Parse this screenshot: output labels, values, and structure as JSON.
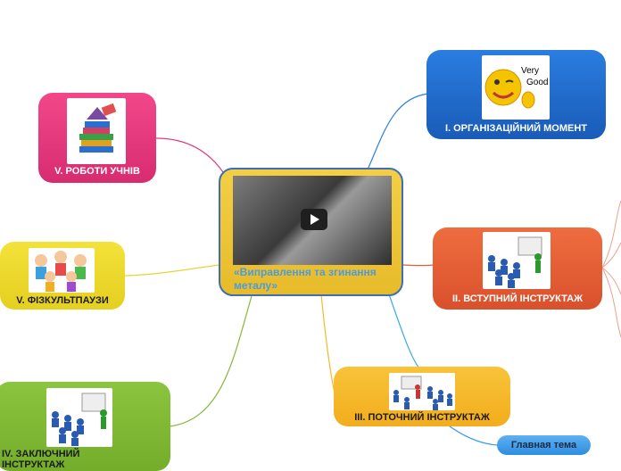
{
  "center": {
    "title": "«Виправлення та згинання металу»",
    "media": "video-thumbnail",
    "icon": "play-icon"
  },
  "nodes": [
    {
      "id": "n1",
      "label": "I. ОРГАНІЗАЦІЙНИЙ МОМЕНТ",
      "color": "#1f6bd0",
      "image": "very-good-smiley"
    },
    {
      "id": "n2",
      "label": "II. ВСТУПНИЙ ІНСТРУКТАЖ",
      "color": "#e35e35",
      "image": "presentation-meeting"
    },
    {
      "id": "n3",
      "label": "ІІІ. ПОТОЧНИЙ ІНСТРУКТАЖ",
      "color": "#f5b82a",
      "image": "presentation-meeting"
    },
    {
      "id": "n4",
      "label": "IV. ЗАКЛЮЧНИЙ ІНСТРУКТАЖ",
      "color": "#80b935",
      "image": "presentation-meeting"
    },
    {
      "id": "n5a",
      "label": "V. ФІЗКУЛЬТПАУЗИ",
      "color": "#ecd82c",
      "image": "kids-cartoon"
    },
    {
      "id": "n5b",
      "label": "V. РОБОТИ УЧНІВ",
      "color": "#e03a7d",
      "image": "books-stack"
    }
  ],
  "subtopic": {
    "label": "Главная тема",
    "color": "#3a9be8"
  }
}
